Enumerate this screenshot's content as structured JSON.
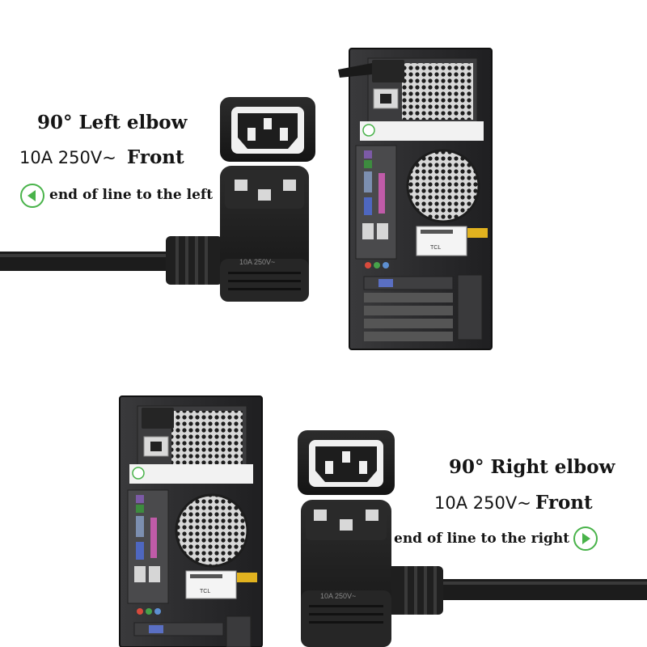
{
  "left_panel": {
    "title": "90° Left elbow",
    "rating": "10A 250V~",
    "front": "Front",
    "direction": "end of line to the left",
    "plug_rating": "10A 250V~",
    "label_brand": "TCL"
  },
  "right_panel": {
    "title": "90° Right elbow",
    "rating": "10A 250V~",
    "front": "Front",
    "direction": "end of line to the right",
    "plug_rating": "10A 250V~",
    "label_brand": "TCL"
  },
  "colors": {
    "accent_green": "#49b34a",
    "case_dark": "#2b2b2d",
    "plug_black": "#1b1b1b",
    "label_yellow": "#e1b21f"
  },
  "icons": {
    "left_arrow": "chevron-left-icon",
    "right_arrow": "chevron-right-icon"
  }
}
